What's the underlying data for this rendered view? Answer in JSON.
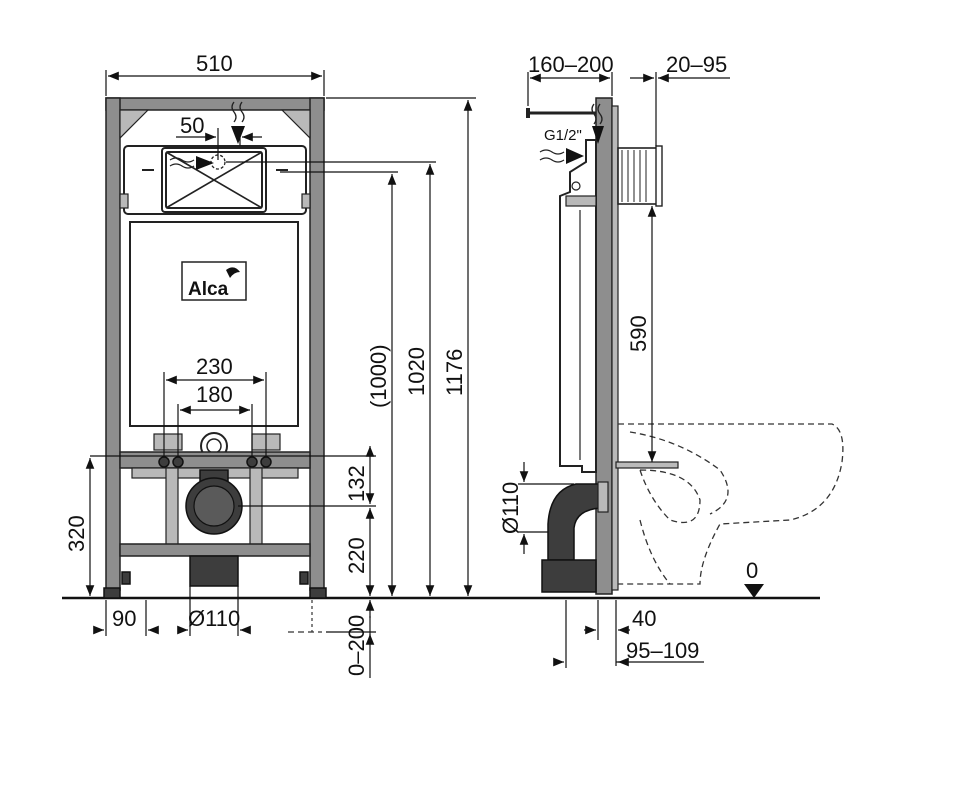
{
  "front_view": {
    "width_label": "510",
    "flush_offset_label": "50",
    "logo_text": "Alca",
    "pipe_spacing_outer": "230",
    "pipe_spacing_inner": "180",
    "height_1000": "(1000)",
    "height_1020": "1020",
    "height_1176": "1176",
    "dim_132": "132",
    "dim_220": "220",
    "dim_320": "320",
    "dim_90": "90",
    "dim_d110": "Ø110",
    "dim_0_200": "0–200"
  },
  "side_view": {
    "dim_160_200": "160–200",
    "dim_20_95": "20–95",
    "inlet_label": "G1/2\"",
    "dim_590": "590",
    "dim_d110": "Ø110",
    "dim_40": "40",
    "dim_95_109": "95–109",
    "floor_zero": "0"
  },
  "colors": {
    "frame": "#8e8e8e",
    "frame_light": "#b9b9b9",
    "pipe": "#3d3d3d",
    "line": "#111111"
  }
}
